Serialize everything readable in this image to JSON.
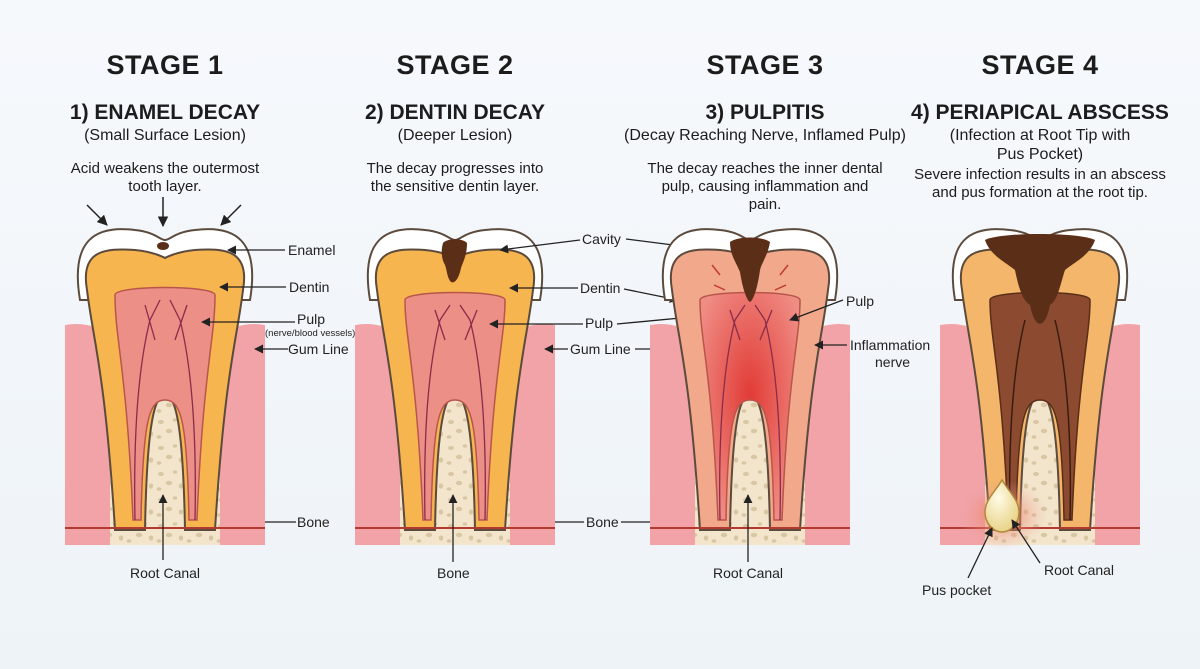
{
  "stages": [
    {
      "title": "STAGE 1",
      "name": "1) ENAMEL DECAY",
      "subtitle": "(Small Surface Lesion)",
      "description": "Acid weakens the outermost tooth layer.",
      "labels": {
        "enamel": "Enamel",
        "dentin": "Dentin",
        "pulp": "Pulp",
        "pulp_note": "(nerve/blood vessels)",
        "gum_line": "Gum Line",
        "bone": "Bone",
        "root_canal": "Root Canal"
      }
    },
    {
      "title": "STAGE 2",
      "name": "2) DENTIN DECAY",
      "subtitle": "(Deeper Lesion)",
      "description": "The decay progresses into the sensitive dentin layer.",
      "labels": {
        "bone": "Bone"
      }
    },
    {
      "title": "STAGE 3",
      "name": "3) PULPITIS",
      "subtitle": "(Decay Reaching Nerve, Inflamed Pulp)",
      "description": "The decay reaches the inner dental pulp, causing inflammation and pain.",
      "labels": {
        "cavity": "Cavity",
        "dentin": "Dentin",
        "pulp_left": "Pulp",
        "gum_line": "Gum Line",
        "bone": "Bone",
        "root_canal": "Root Canal",
        "pulp_right": "Pulp",
        "inflammation": "Inflammation",
        "nerve": "nerve"
      }
    },
    {
      "title": "STAGE 4",
      "name": "4) PERIAPICAL ABSCESS",
      "subtitle": "(Infection at Root Tip with Pus Pocket)",
      "description": "Severe infection results in an abscess and pus formation at the root tip.",
      "labels": {
        "root_canal": "Root Canal",
        "pus_pocket": "Pus pocket"
      }
    }
  ],
  "colors": {
    "enamel": "#ffffff",
    "dentin": "#f6b54e",
    "pulp": "#ec8f86",
    "pulp_inflamed": "#e85a52",
    "gum": "#f1a3a8",
    "bone": "#f2e5cc",
    "decay": "#5a2e17",
    "nerve": "#b33a2e",
    "pus": "#f6eab2"
  }
}
